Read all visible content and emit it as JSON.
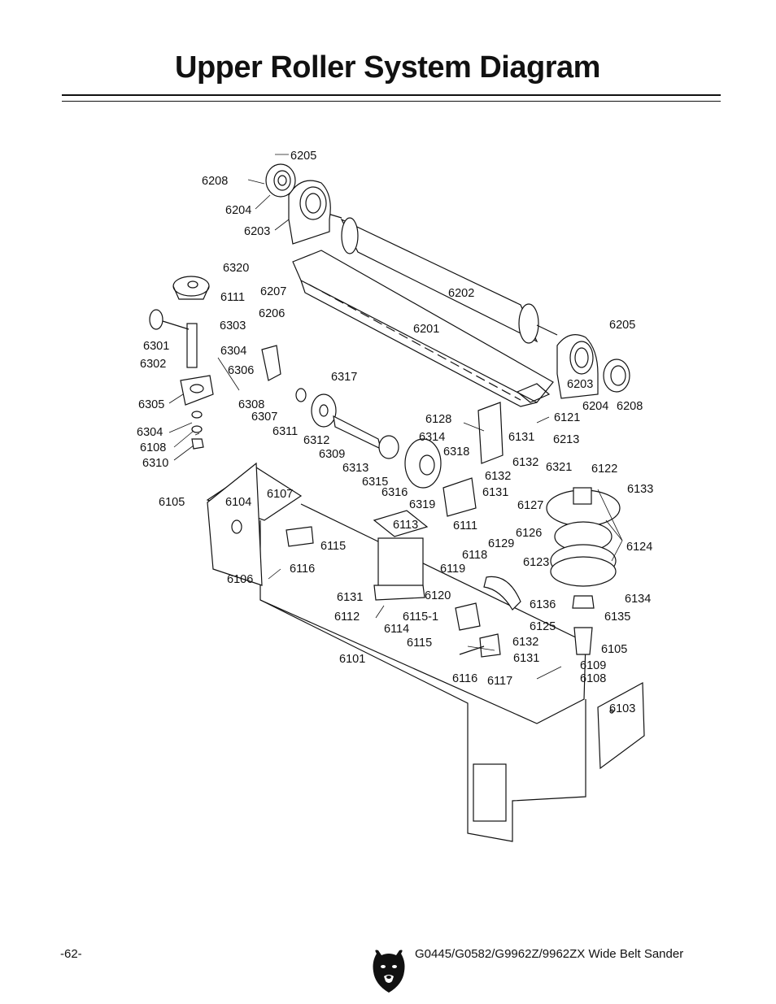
{
  "title": "Upper Roller System Diagram",
  "footer": {
    "page_number": "-62-",
    "model_text": "G0445/G0582/G9962Z/9962ZX Wide Belt Sander",
    "logo_icon": "bear-head-logo-icon"
  },
  "diagram": {
    "part_labels": [
      "6205",
      "6208",
      "6204",
      "6203",
      "6320",
      "6111",
      "6207",
      "6206",
      "6202",
      "6201",
      "6303",
      "6304",
      "6301",
      "6302",
      "6306",
      "6317",
      "6305",
      "6308",
      "6307",
      "6311",
      "6312",
      "6309",
      "6304",
      "6108",
      "6310",
      "6313",
      "6315",
      "6316",
      "6314",
      "6318",
      "6128",
      "6131",
      "6132",
      "6132",
      "6131",
      "6319",
      "6121",
      "6213",
      "6205",
      "6203",
      "6204",
      "6208",
      "6321",
      "6122",
      "6133",
      "6127",
      "6126",
      "6124",
      "6105",
      "6104",
      "6107",
      "6113",
      "6111",
      "6129",
      "6115",
      "6116",
      "6106",
      "6118",
      "6123",
      "6119",
      "6120",
      "6131",
      "6112",
      "6115-1",
      "6114",
      "6115",
      "6132",
      "6131",
      "6116",
      "6117",
      "6101",
      "6136",
      "6134",
      "6135",
      "6125",
      "6105",
      "6109",
      "6108",
      "6103"
    ]
  }
}
